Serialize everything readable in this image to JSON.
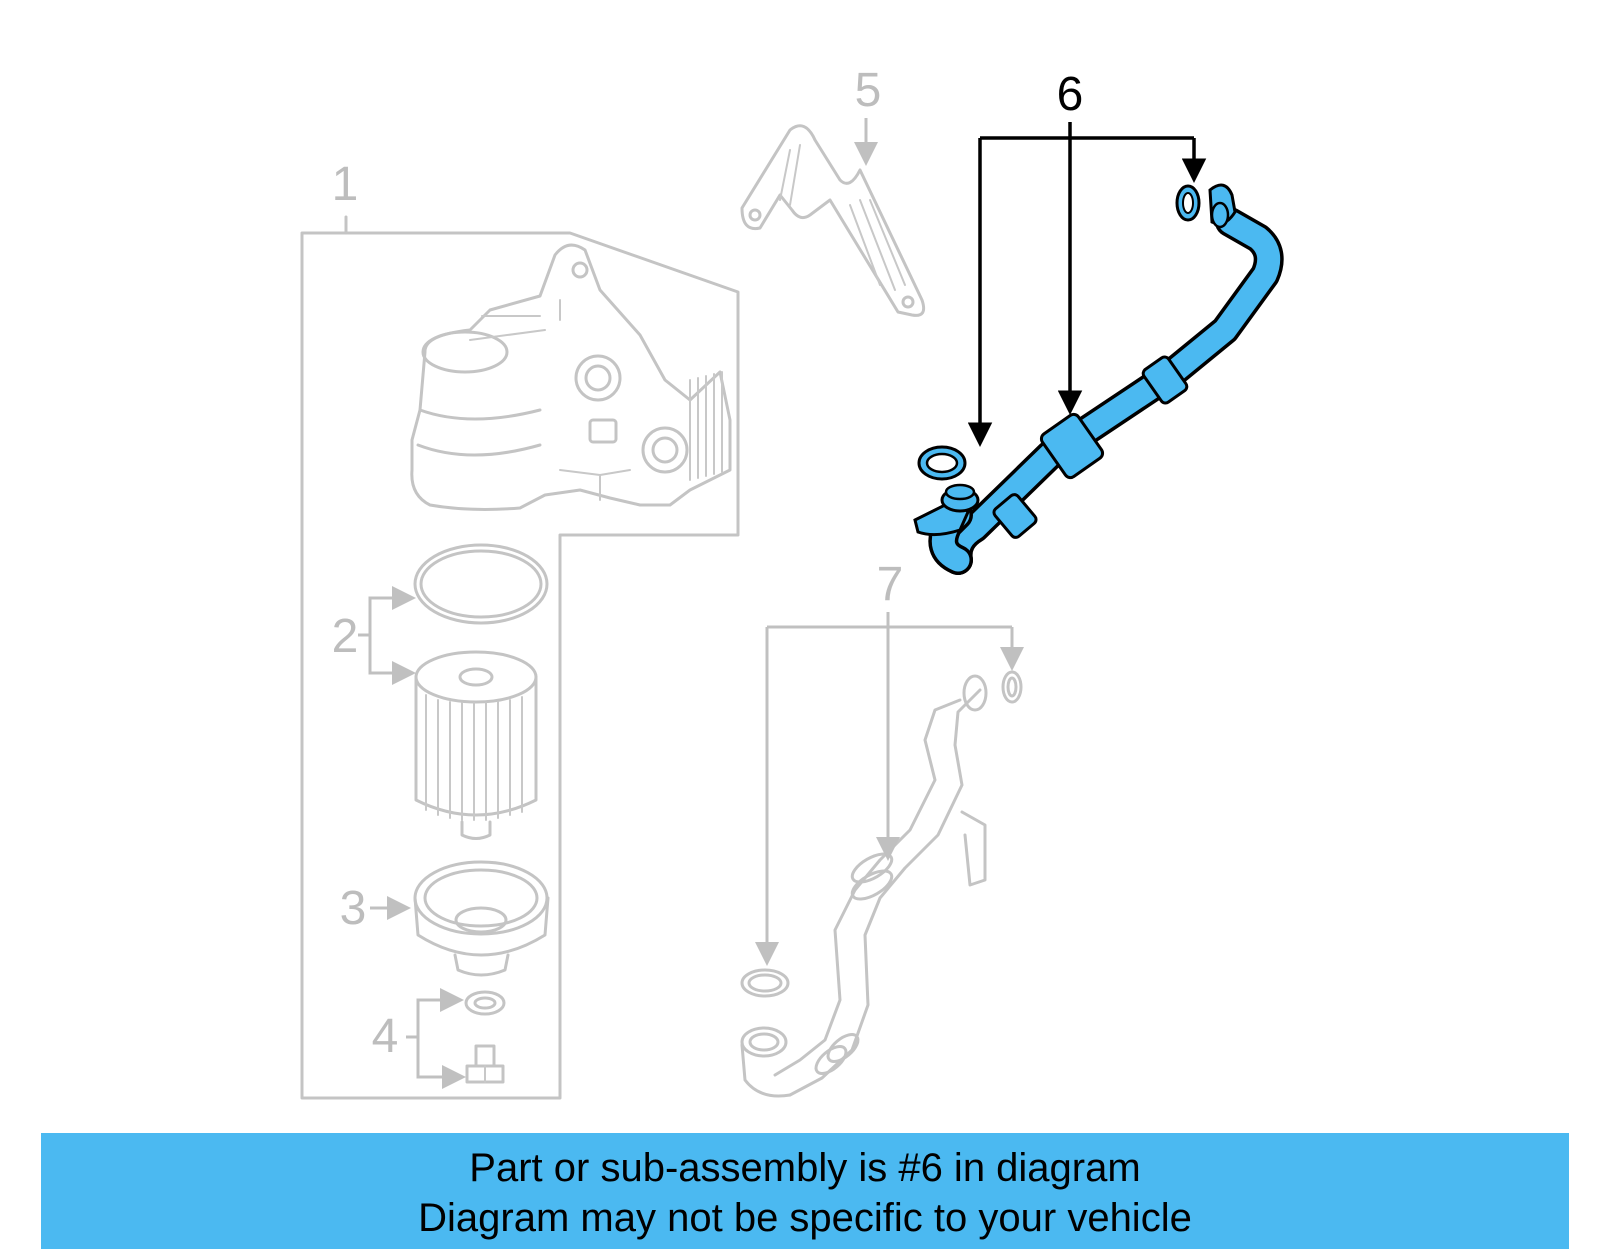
{
  "callouts": [
    {
      "number": "1",
      "highlighted": false
    },
    {
      "number": "2",
      "highlighted": false
    },
    {
      "number": "3",
      "highlighted": false
    },
    {
      "number": "4",
      "highlighted": false
    },
    {
      "number": "5",
      "highlighted": false
    },
    {
      "number": "6",
      "highlighted": true
    },
    {
      "number": "7",
      "highlighted": false
    }
  ],
  "banner": {
    "line1": "Part or sub-assembly is #6 in diagram",
    "line2": "Diagram may not be specific to your vehicle"
  },
  "colors": {
    "highlight_part": "#4bb9f1",
    "banner_background": "#4bb9f1",
    "unselected_parts": "#c4c4c4",
    "selected_callout": "#000000"
  }
}
